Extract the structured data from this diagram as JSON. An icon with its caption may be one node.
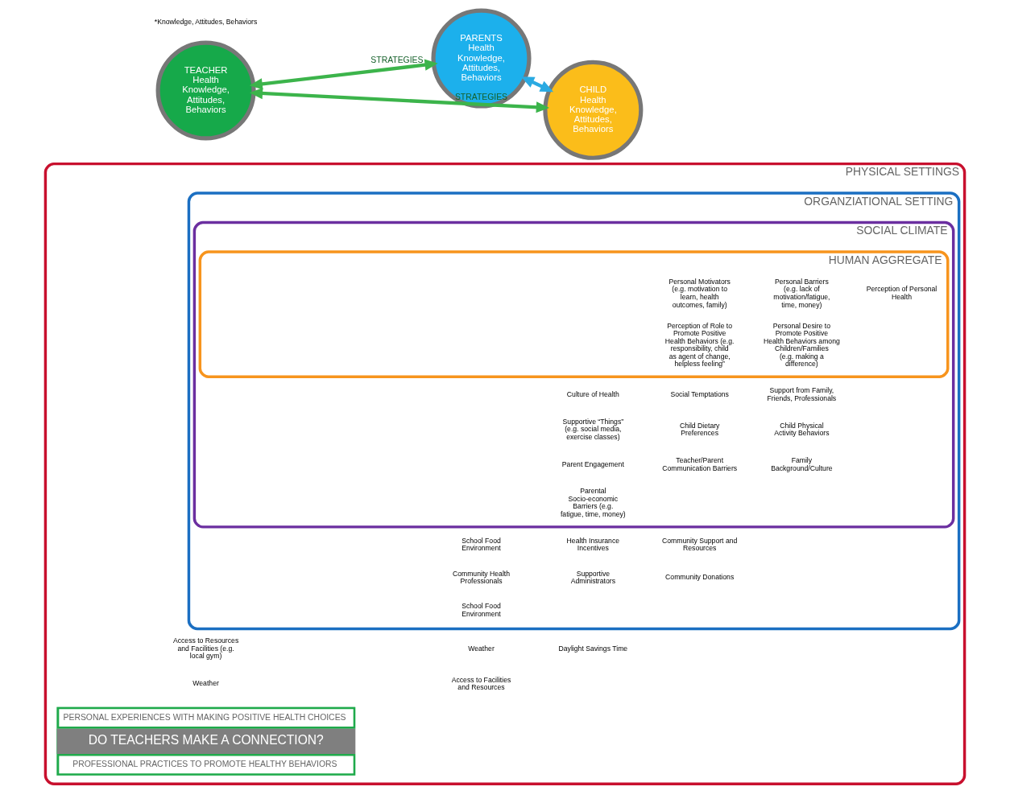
{
  "diagram": {
    "nodes": [
      {
        "text": [
          "PHYSICAL SETTINGS",
          "Access to Resources and Facilities (e.g. local gym)",
          "Weather",
          "Daylight Savings Time",
          "Weather",
          "Access to Facilities and Resources"
        ]
      },
      {
        "text": [
          "ORGANZIATIONAL SETTING",
          "School Food Environment",
          "Health Insurance Incentives",
          "Community Support and Resources",
          "Community Health Professionals",
          "Supportive Administrators",
          "Community Donations",
          "School Food Environment"
        ],
        "in": 0
      },
      {
        "text": [
          "SOCIAL CLIMATE",
          "Culture of Health",
          "Social Temptations",
          "Support from Family, Friends, Professionals",
          "Supportive “Things” (e.g. social media, exercise classes)",
          "Child Dietary Preferences",
          "Child Physical Activity Behaviors",
          "Parent Engagement",
          "Teacher/Parent Communication Barriers",
          "Family Background/Culture",
          "Parental Socio-economic Barriers (e.g. fatigue, time, money)"
        ],
        "in": 1
      },
      {
        "text": [
          "HUMAN AGGREGATE",
          "Personal Motivators (e.g. motivation to learn, health outcomes, family)",
          "Personal Barriers (e.g. lack of motivation/fatigue, time, money)",
          "Perception of Personal Health",
          "Perception of Role to Promote Positive Health Behaviors (e.g. responsibility, child as agent of change, helpless feeling”",
          "Personal Desire to Promote Positive Health Behaviors among Children/Families (e.g. making a difference)"
        ],
        "in": 2
      },
      {
        "text": [
          "PERSONAL EXPERIENCES WITH MAKING POSITIVE HEALTH CHOICES",
          "DO TEACHERS MAKE A CONNECTION?",
          "PROFESSIONAL PRACTICES TO PROMOTE HEALTHY BEHAVIORS"
        ],
        "in": 0
      },
      {
        "text": [
          "TEACHER",
          "Health Knowledge, Attitudes, Behaviors"
        ]
      },
      {
        "text": [
          "PARENTS",
          "Health Knowledge, Attitudes, Behaviors"
        ]
      },
      {
        "text": [
          "CHILD",
          "Health Knowledge, Attitudes, Behaviors"
        ]
      }
    ],
    "edges": [
      {
        "from": 5,
        "to": 6,
        "arrow": "both",
        "label": "STRATEGIES"
      },
      {
        "from": 5,
        "to": 7,
        "arrow": "both",
        "label": "STRATEGIES"
      },
      {
        "from": 6,
        "to": 7,
        "arrow": "both",
        "color": "#2aaae2"
      }
    ],
    "labels": [
      "*Knowledge, Attitudes, Behaviors"
    ]
  }
}
